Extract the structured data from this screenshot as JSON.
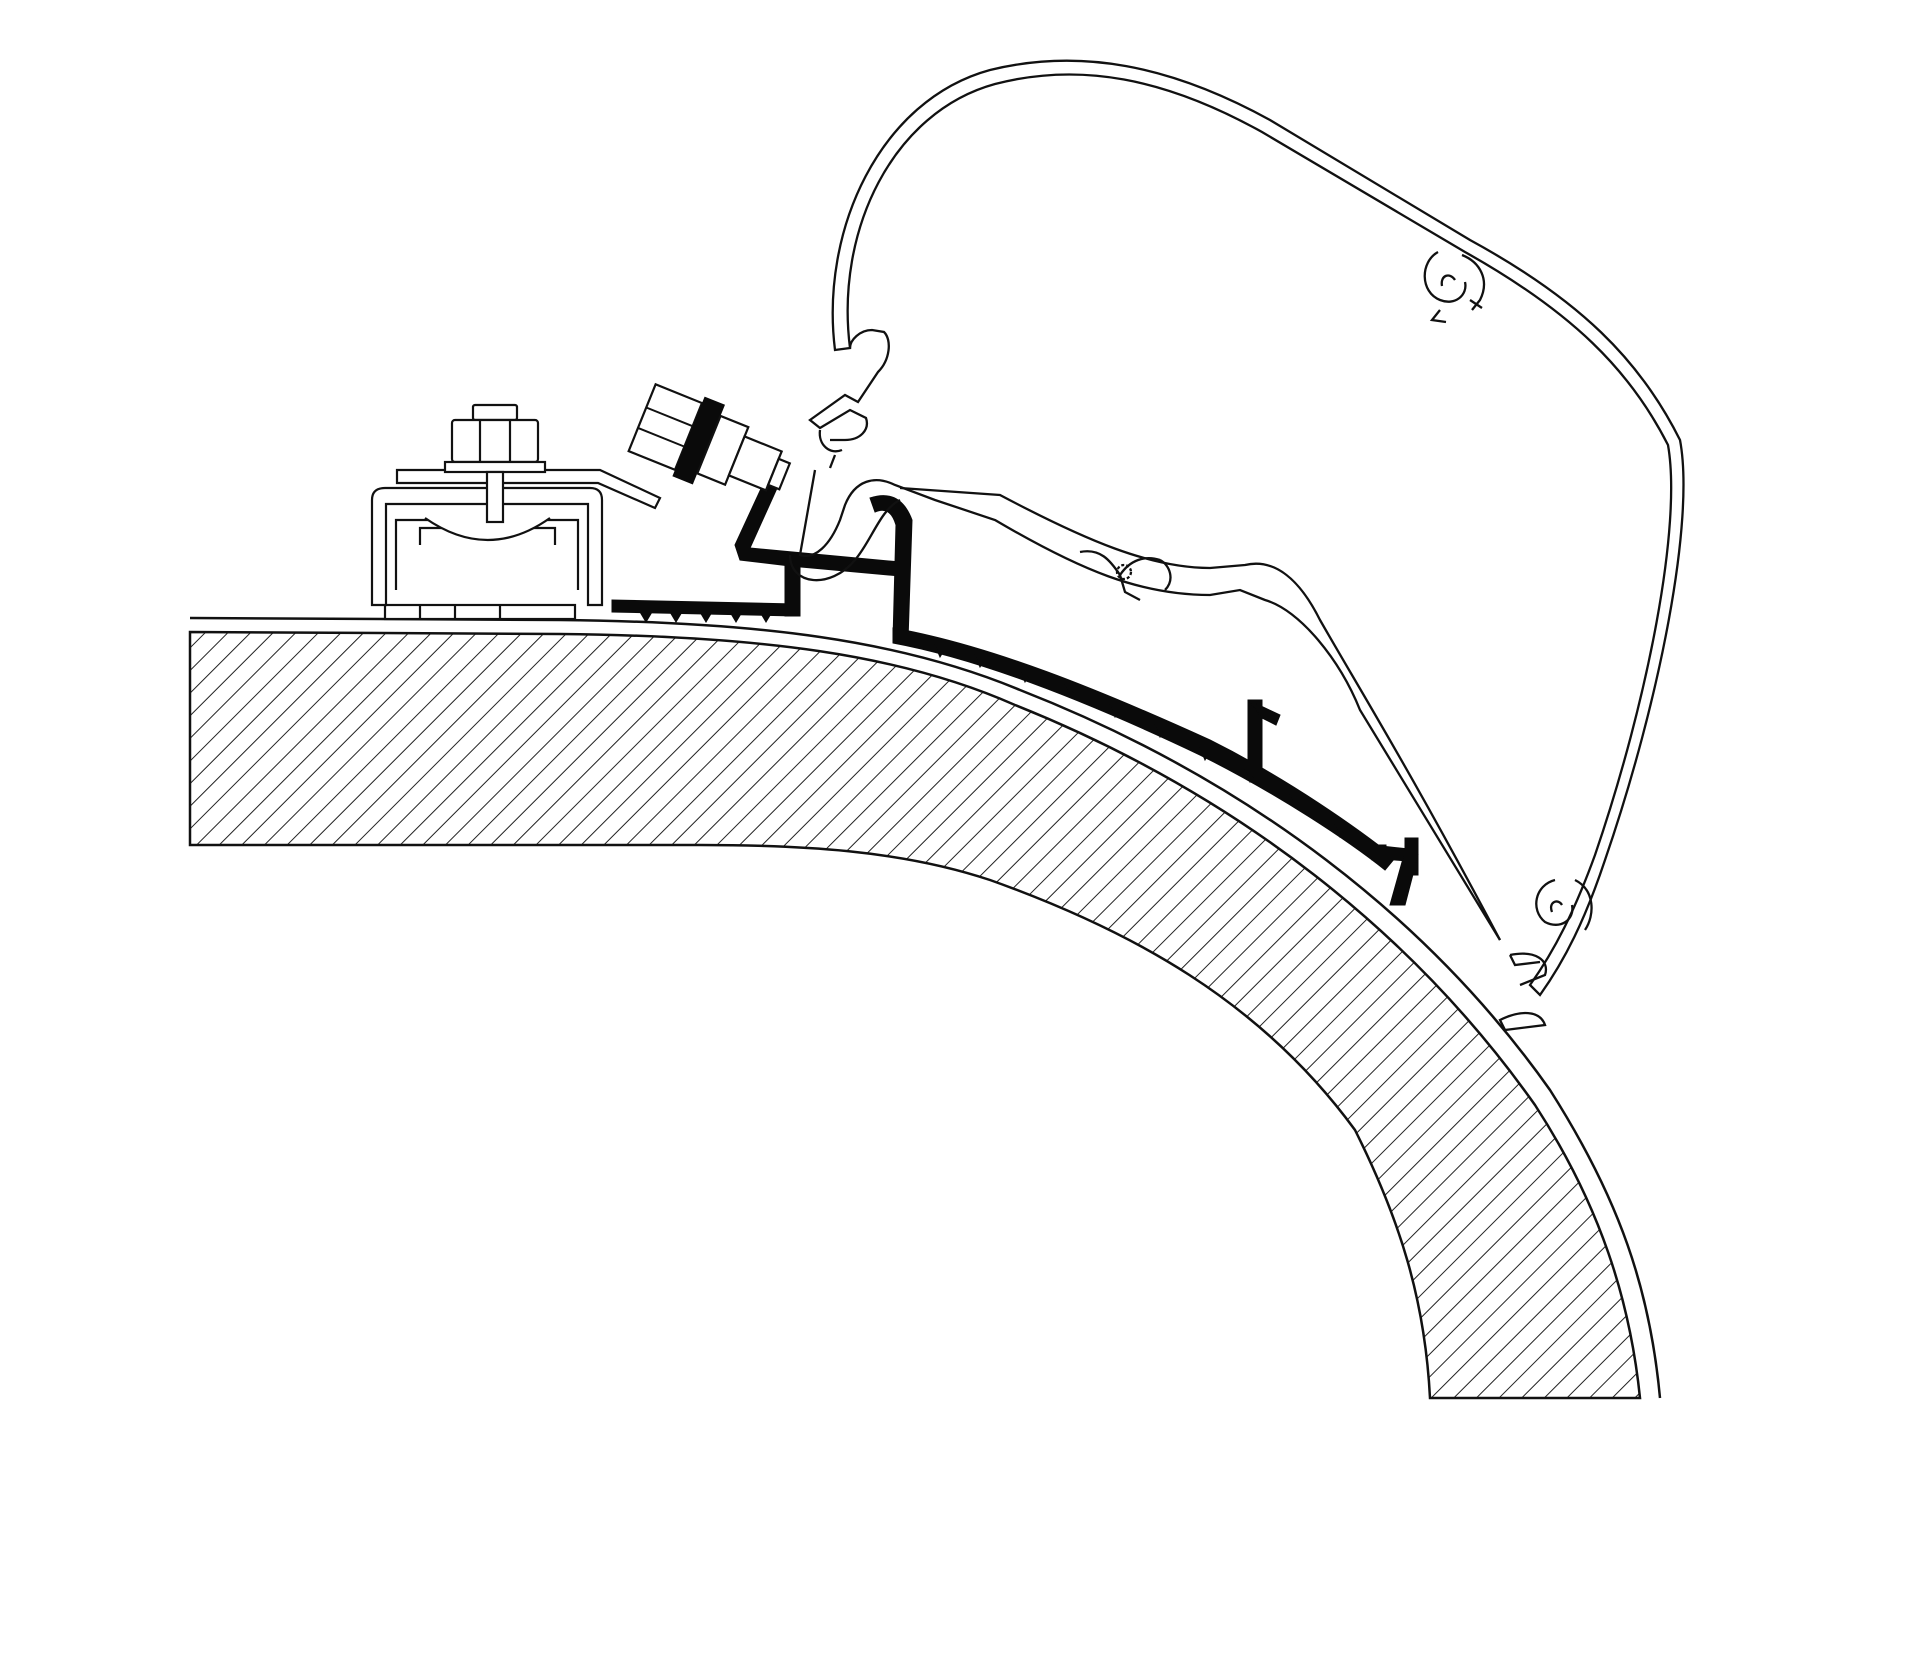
{
  "diagram": {
    "colors": {
      "background": "#ffffff",
      "stroke": "#111111",
      "solid_profile": "#0a0a0a",
      "hatch": "#222222"
    },
    "parts": [
      "roof-section-hatched",
      "awning-cassette-housing",
      "adapter-rail-solid-profile",
      "mounting-bracket",
      "hex-bolt-upright",
      "hex-bolt-angled"
    ]
  }
}
